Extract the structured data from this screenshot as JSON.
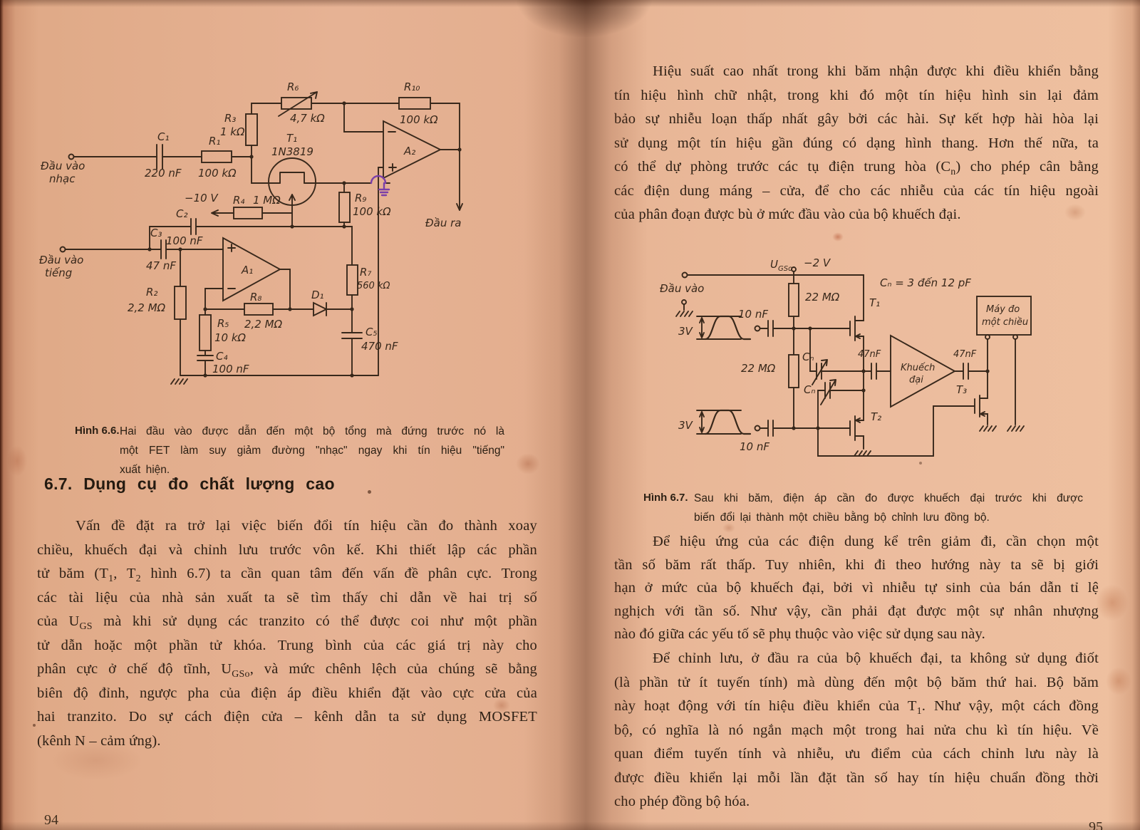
{
  "doc": {
    "left": {
      "page_number": "94",
      "heading": "6.7. Dụng cụ đo chất lượng cao",
      "caption_label": "Hình 6.6.",
      "caption_lines": [
        "Hai đầu vào được dẫn đến một bộ tổng mà đứng trước nó là",
        "một FET làm suy giảm đường \"nhạc\" ngay khi tín hiệu \"tiếng\"",
        "xuất hiện."
      ],
      "para_lines": [
        "Vấn đề đặt ra trở lại việc biến đổi tín hiệu cần đo thành xoay",
        "chiều, khuếch đại và chỉnh lưu trước vôn kế. Khi thiết lập các phần",
        "tử băm (T<sub>1</sub>, T<sub>2</sub> hình 6.7) ta cần quan tâm đến vấn đề phân cực. Trong",
        "các tài liệu của nhà sản xuất ta sẽ tìm thấy chỉ dẫn về hai trị số",
        "của U<sub>GS</sub> mà khi sử dụng các tranzito có thể được coi như một phần",
        "tử dẫn hoặc một phần tử khóa. Trung bình của các giá trị này cho",
        "phân cực ở chế độ tĩnh, U<sub>GSo</sub>, và mức chênh lệch của chúng sẽ bằng",
        "biên độ đỉnh, ngược pha của điện áp điều khiển đặt vào cực cửa của",
        "hai tranzito. Do sự cách điện cửa – kênh dẫn ta sử dụng MOSFET",
        "(kênh N – cảm ứng)."
      ],
      "fig": {
        "in1a": "Đầu vào",
        "in1b": "nhạc",
        "c1": "C₁",
        "c1v": "220 nF",
        "r1": "R₁",
        "r1v": "100 kΩ",
        "r3": "R₃",
        "r3v": "1 kΩ",
        "r6": "R₆",
        "r6v": "4,7 kΩ",
        "r10": "R₁₀",
        "r10v": "100 kΩ",
        "a2": "A₂",
        "t1": "T₁",
        "t1v": "1N3819",
        "r4": "R₄",
        "r4v": "1 MΩ",
        "vneg": "−10 V",
        "r9": "R₉",
        "r9v": "100 kΩ",
        "out": "Đầu ra",
        "c2": "C₂",
        "c2v": "100 nF",
        "c3": "C₃",
        "c3v": "47 nF",
        "in2a": "Đầu vào",
        "in2b": "tiếng",
        "a1": "A₁",
        "r2": "R₂",
        "r2v": "2,2 MΩ",
        "r8": "R₈",
        "r8v": "2,2 MΩ",
        "r5": "R₅",
        "r5v": "10 kΩ",
        "c4": "C₄",
        "c4v": "100 nF",
        "d1": "D₁",
        "r7": "R₇",
        "r7v": "560 kΩ",
        "c5": "C₅",
        "c5v": "470 nF"
      }
    },
    "right": {
      "page_number": "95",
      "para_top_lines": [
        "Hiệu suất cao nhất trong khi băm nhận được khi điều khiển bằng",
        "tín hiệu hình chữ nhật, trong khi đó một tín hiệu hình sin lại đảm",
        "bảo sự nhiễu loạn thấp nhất gây bởi các hài. Sự kết hợp hài hòa lại",
        "sử dụng một tín hiệu gần đúng có dạng hình thang. Hơn thế nữa, ta",
        "có thể dự phòng trước các tụ điện trung hòa (C<sub>n</sub>) cho phép cân bằng",
        "các điện dung máng – cửa, để cho các nhiễu của các tín hiệu ngoài",
        "của phân đoạn được bù ở mức đầu vào của bộ khuếch đại."
      ],
      "caption_label": "Hình 6.7.",
      "caption_lines": [
        "Sau khi băm, điện áp cần đo được khuếch đại trước khi được",
        "biến đổi lại thành một chiều bằng bộ chỉnh lưu đồng bộ."
      ],
      "para_mid_lines": [
        "Để hiệu ứng của các điện dung kể trên giảm đi, cần chọn một",
        "tần số băm rất thấp. Tuy nhiên, khi đi theo hướng này ta sẽ bị giới",
        "hạn ở mức của bộ khuếch đại, bởi vì nhiễu tự sinh của bán dẫn tỉ lệ",
        "nghịch với tần số. Như vậy, cần phải đạt được một sự nhân nhượng",
        "nào đó giữa các yếu tố sẽ phụ thuộc vào việc sử dụng sau này."
      ],
      "para_bottom_lines": [
        "Để chỉnh lưu, ở đầu ra của bộ khuếch đại, ta không sử dụng điốt",
        "(là phần tử ít tuyến tính) mà dùng đến một bộ băm thứ hai. Bộ băm",
        "này hoạt động với tín hiệu điều khiển của T<sub>1</sub>. Như vậy, một cách đồng",
        "bộ, có nghĩa là nó ngắn mạch một trong hai nửa chu kì tín hiệu. Về",
        "quan điểm tuyến tính và nhiễu, ưu điểm của cách chỉnh lưu này là",
        "được điều khiển lại mỗi lần đặt tần số hay tín hiệu chuẩn đồng thời",
        "cho phép đồng bộ hóa."
      ],
      "fig": {
        "input": "Đầu vào",
        "ugso_main": "U",
        "ugso_sub": "GSo",
        "vneg": "−2 V",
        "r1v": "22 MΩ",
        "r2v": "22 MΩ",
        "c1v": "10 nF",
        "c2v": "10 nF",
        "w1": "3V",
        "w2": "3V",
        "cn1": "Cₙ",
        "cn2": "Cₙ",
        "cn_note": "Cₙ = 3 đến 12 pF",
        "t1": "T₁",
        "t2": "T₂",
        "t3": "T₃",
        "c47a": "47nF",
        "c47b": "47nF",
        "amp1": "Khuếch",
        "amp2": "đại",
        "meter1": "Máy đo",
        "meter2": "một chiều"
      }
    }
  }
}
